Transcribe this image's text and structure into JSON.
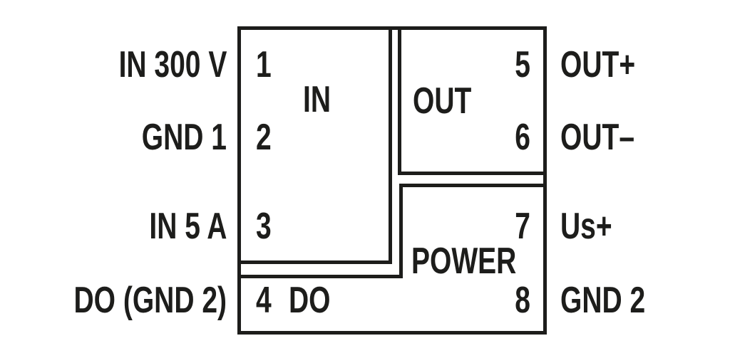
{
  "diagram_title": "terminal-connection-diagram",
  "ink_color": "#1d1d1b",
  "background_color": "#ffffff",
  "blocks": {
    "in_label": "IN",
    "out_label": "OUT",
    "power_label": "POWER"
  },
  "rows": [
    {
      "left_label": "IN 300 V",
      "left_pin": "1",
      "right_pin": "5",
      "right_label": "OUT+"
    },
    {
      "left_label": "GND 1",
      "left_pin": "2",
      "right_pin": "6",
      "right_label": "OUT–"
    },
    {
      "left_label": "IN 5 A",
      "left_pin": "3",
      "right_pin": "7",
      "right_label": "Us+"
    },
    {
      "left_label": "DO (GND 2)",
      "left_pin": "4",
      "inner_label": "DO",
      "right_pin": "8",
      "right_label": "GND 2"
    }
  ]
}
